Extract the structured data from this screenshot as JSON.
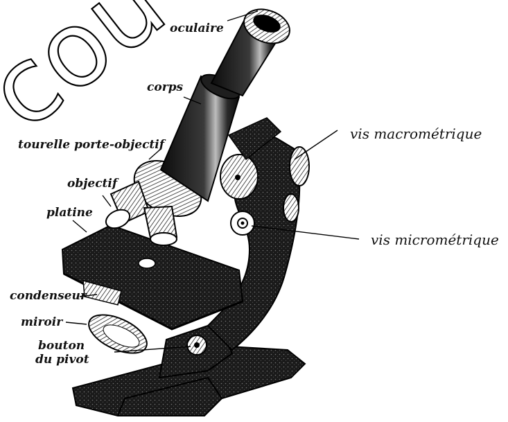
{
  "diagram": {
    "watermark": "cou",
    "labels": {
      "oculaire": "oculaire",
      "corps": "corps",
      "tourelle": "tourelle porte-objectif",
      "objectif": "objectif",
      "platine": "platine",
      "condenseur": "condenseur",
      "miroir": "miroir",
      "bouton_line1": "bouton",
      "bouton_line2": "du pivot",
      "vis_macro": "vis macrométrique",
      "vis_micro": "vis micrométrique"
    }
  }
}
